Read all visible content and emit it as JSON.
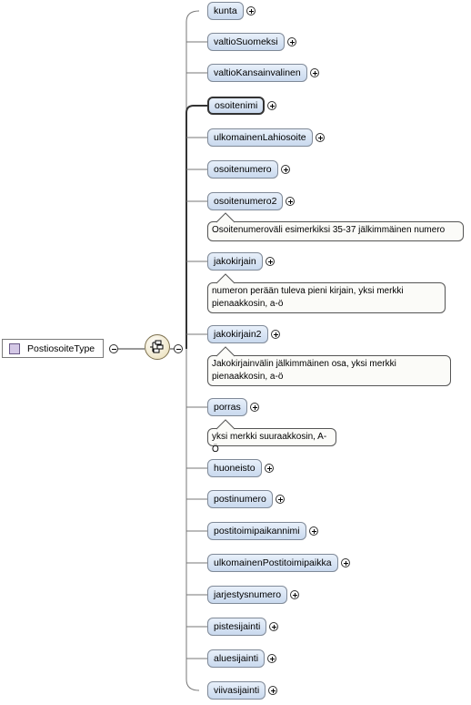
{
  "root": {
    "label": "PostiosoiteType"
  },
  "elements": [
    {
      "label": "kunta"
    },
    {
      "label": "valtioSuomeksi"
    },
    {
      "label": "valtioKansainvalinen"
    },
    {
      "label": "osoitenimi"
    },
    {
      "label": "ulkomainenLahiosoite"
    },
    {
      "label": "osoitenumero"
    },
    {
      "label": "osoitenumero2",
      "note": [
        "Osoitenumeroväli esimerkiksi 35-37 jälkimmäinen numero"
      ]
    },
    {
      "label": "jakokirjain",
      "note": [
        "numeron perään tuleva pieni kirjain, yksi merkki",
        "pienaakkosin, a-ö"
      ]
    },
    {
      "label": "jakokirjain2",
      "note": [
        "Jakokirjainvälin jälkimmäinen osa, yksi merkki",
        "pienaakkosin, a-ö"
      ]
    },
    {
      "label": "porras",
      "note": [
        "yksi merkki suuraakkosin, A-Ö"
      ]
    },
    {
      "label": "huoneisto"
    },
    {
      "label": "postinumero"
    },
    {
      "label": "postitoimipaikannimi"
    },
    {
      "label": "ulkomainenPostitoimipaikka"
    },
    {
      "label": "jarjestysnumero"
    },
    {
      "label": "pistesijainti"
    },
    {
      "label": "aluesijainti"
    },
    {
      "label": "viivasijainti"
    }
  ]
}
